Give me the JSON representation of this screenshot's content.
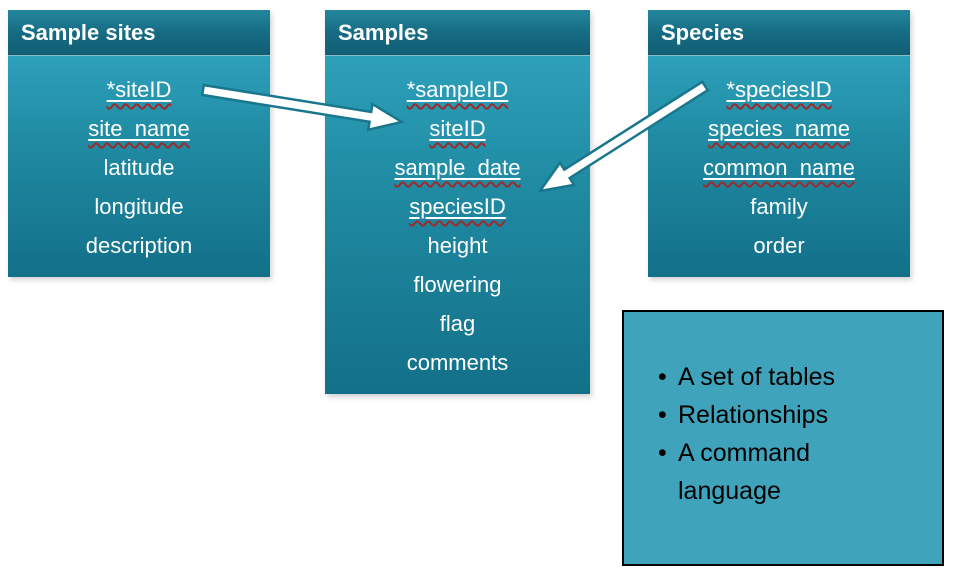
{
  "colors": {
    "header_top": "#23869c",
    "header_bottom": "#115e74",
    "body_top": "#2da0ba",
    "body_bottom": "#137089",
    "note_box_bg": "#3fa3bc",
    "note_box_border": "#000000",
    "arrow_fill": "#ffffff",
    "arrow_outline": "#19768c",
    "squiggle": "#9c2b2b",
    "table_text": "#ffffff",
    "note_text": "#000000"
  },
  "tables": [
    {
      "name": "Sample sites",
      "fields": [
        {
          "text": "*siteID",
          "underline": true,
          "misspelled": true
        },
        {
          "text": "site_name",
          "underline": true,
          "misspelled": true
        },
        {
          "text": "latitude",
          "underline": false,
          "misspelled": false
        },
        {
          "text": "longitude",
          "underline": false,
          "misspelled": false
        },
        {
          "text": "description",
          "underline": false,
          "misspelled": false
        }
      ]
    },
    {
      "name": "Samples",
      "fields": [
        {
          "text": "*sampleID",
          "underline": true,
          "misspelled": true
        },
        {
          "text": "siteID",
          "underline": true,
          "misspelled": true
        },
        {
          "text": "sample_date",
          "underline": true,
          "misspelled": true
        },
        {
          "text": "speciesID",
          "underline": true,
          "misspelled": true
        },
        {
          "text": "height",
          "underline": false,
          "misspelled": false
        },
        {
          "text": "flowering",
          "underline": false,
          "misspelled": false
        },
        {
          "text": "flag",
          "underline": false,
          "misspelled": false
        },
        {
          "text": "comments",
          "underline": false,
          "misspelled": false
        }
      ]
    },
    {
      "name": "Species",
      "fields": [
        {
          "text": "*speciesID",
          "underline": true,
          "misspelled": true
        },
        {
          "text": "species_name",
          "underline": true,
          "misspelled": true
        },
        {
          "text": "common_name",
          "underline": true,
          "misspelled": true
        },
        {
          "text": "family",
          "underline": false,
          "misspelled": false
        },
        {
          "text": "order",
          "underline": false,
          "misspelled": false
        }
      ]
    }
  ],
  "relationships": [
    {
      "from": "Sample sites.*siteID",
      "to": "Samples.siteID"
    },
    {
      "from": "Species.*speciesID",
      "to": "Samples.speciesID"
    }
  ],
  "note_box": {
    "bullets": [
      "A set of tables",
      "Relationships",
      "A command language"
    ]
  }
}
